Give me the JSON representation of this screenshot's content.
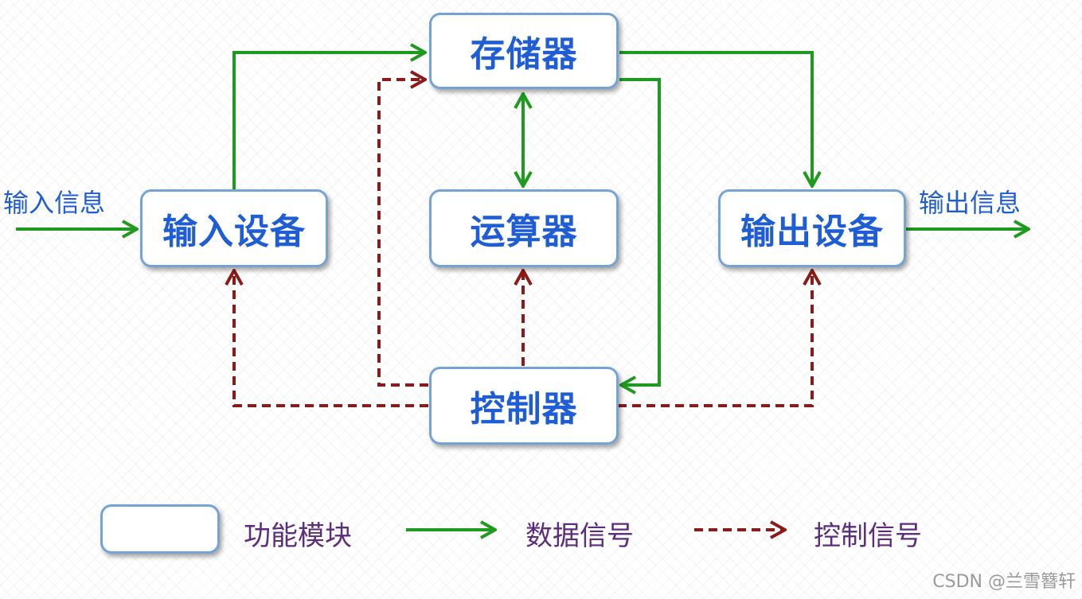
{
  "modules": {
    "memory": "存储器",
    "input_device": "输入设备",
    "alu": "运算器",
    "output_device": "输出设备",
    "controller": "控制器"
  },
  "labels": {
    "input_info": "输入信息",
    "output_info": "输出信息"
  },
  "legend": {
    "module": "功能模块",
    "data_signal": "数据信号",
    "control_signal": "控制信号"
  },
  "watermark": "CSDN @兰雪簪轩",
  "colors": {
    "box_border": "#74a4d6",
    "module_text": "#1f5dd6",
    "data_arrow": "#1e9a1e",
    "control_arrow": "#8b1a1a",
    "legend_text": "#5b2d7a"
  }
}
